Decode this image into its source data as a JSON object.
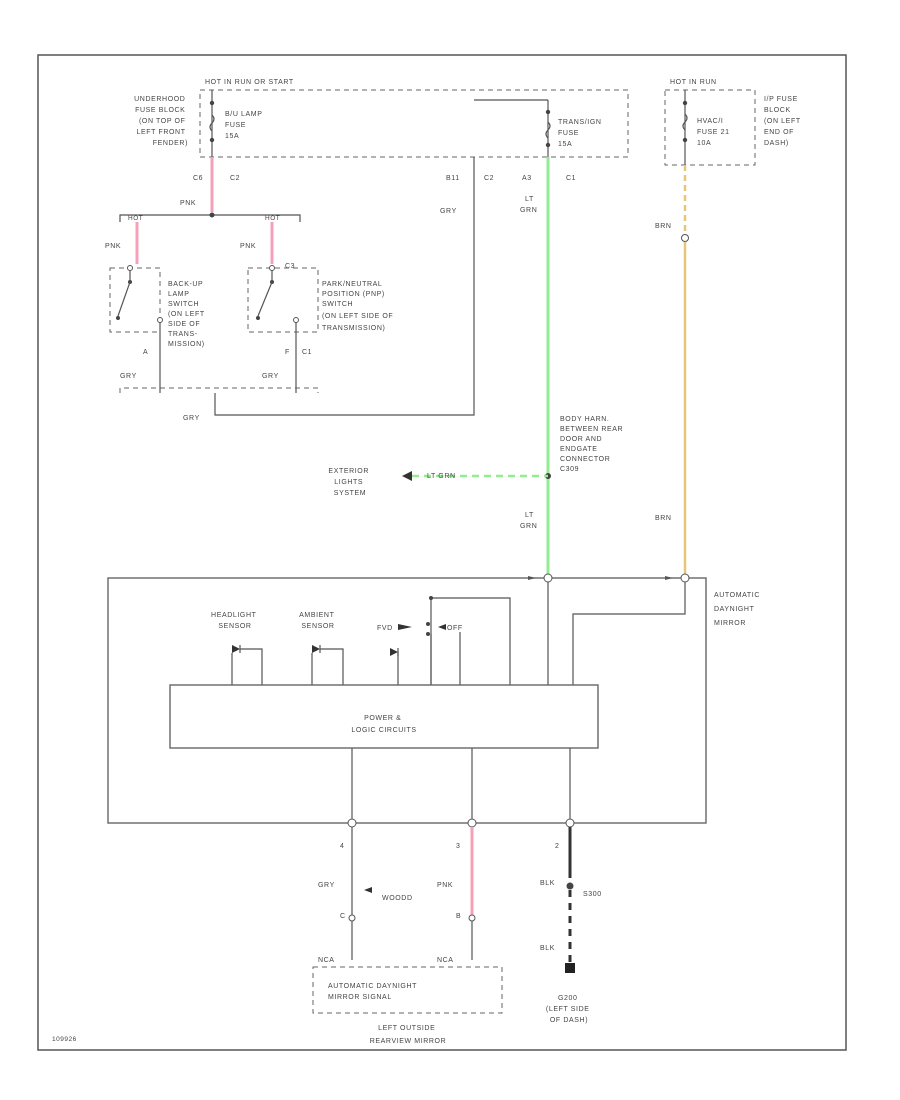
{
  "colors": {
    "pink": "#f4a0b8",
    "lt_grn": "#90ee90",
    "brn": "#e6c77a",
    "wire": "#555555",
    "blk": "#333333"
  },
  "labels": {
    "fuse_block_hot": "HOT IN RUN OR START",
    "underhood_fuse_block": [
      "UNDERHOOD",
      "FUSE BLOCK",
      "(ON TOP OF",
      "LEFT FRONT",
      "FENDER)"
    ],
    "backup_fuse": [
      "B/U LAMP",
      "FUSE",
      "15A"
    ],
    "trans_fuse": [
      "TRANS/IGN",
      "FUSE",
      "15A"
    ],
    "ip_hot": "HOT IN RUN",
    "hvac_fuse": [
      "HVAC/I",
      "FUSE 21",
      "10A"
    ],
    "ip_fuse_block": [
      "I/P FUSE",
      "BLOCK",
      "(ON LEFT",
      "END OF",
      "DASH)"
    ],
    "c6": "C6",
    "c2_left": "C2",
    "b11": "B11",
    "c2_mid": "C2",
    "a3": "A3",
    "c1_top": "C1",
    "pnk_main": "PNK",
    "hot_left": "HOT",
    "hot_right": "HOT",
    "pnk_left": "PNK",
    "pnk_right": "PNK",
    "c3": "C3",
    "backup_switch": [
      "BACK-UP",
      "LAMP",
      "SWITCH",
      "(ON LEFT",
      "SIDE OF",
      "TRANS-",
      "MISSION)"
    ],
    "pnp_switch": [
      "PARK/NEUTRAL",
      "POSITION (PNP)",
      "SWITCH",
      "(ON LEFT SIDE OF",
      "TRANSMISSION)"
    ],
    "pin_a": "A",
    "pin_f": "F",
    "c1_right": "C1",
    "gry_a": "GRY",
    "gry_b": "GRY",
    "gry_mid": "GRY",
    "gry_bottom": "GRY",
    "lt_grn_top": [
      "LT",
      "GRN"
    ],
    "brn_top": "BRN",
    "body_harn": [
      "BODY HARN.",
      "BETWEEN REAR",
      "DOOR AND",
      "ENDGATE",
      "CONNECTOR",
      "C309"
    ],
    "exterior_lights": [
      "EXTERIOR",
      "LIGHTS",
      "SYSTEM"
    ],
    "lt_grn_dash": "LT GRN",
    "lt_grn_bottom": [
      "LT",
      "GRN"
    ],
    "brn_bottom": "BRN",
    "auto_mirror": [
      "AUTOMATIC",
      "DAYNIGHT",
      "MIRROR"
    ],
    "headlight_sensor": [
      "HEADLIGHT",
      "SENSOR"
    ],
    "ambient_sensor": [
      "AMBIENT",
      "SENSOR"
    ],
    "fvd": "FVD",
    "off": "OFF",
    "logic": [
      "POWER &",
      "LOGIC CIRCUITS"
    ],
    "pin_4": "4",
    "pin_3": "3",
    "pin_2": "2",
    "gry_out": "GRY",
    "pnk_out": "PNK",
    "blk_a": "BLK",
    "blk_b": "BLK",
    "s300": "S300",
    "woodd": "WOODD",
    "pin_c": "C",
    "pin_b": "B",
    "nca_left": "NCA",
    "nca_right": "NCA",
    "mirror_signal": [
      "AUTOMATIC DAYNIGHT",
      "MIRROR SIGNAL"
    ],
    "outside_mirror": [
      "LEFT OUTSIDE",
      "REARVIEW MIRROR"
    ],
    "ground": [
      "G200",
      "(LEFT SIDE",
      "OF DASH)"
    ],
    "figure_id": "109926"
  }
}
